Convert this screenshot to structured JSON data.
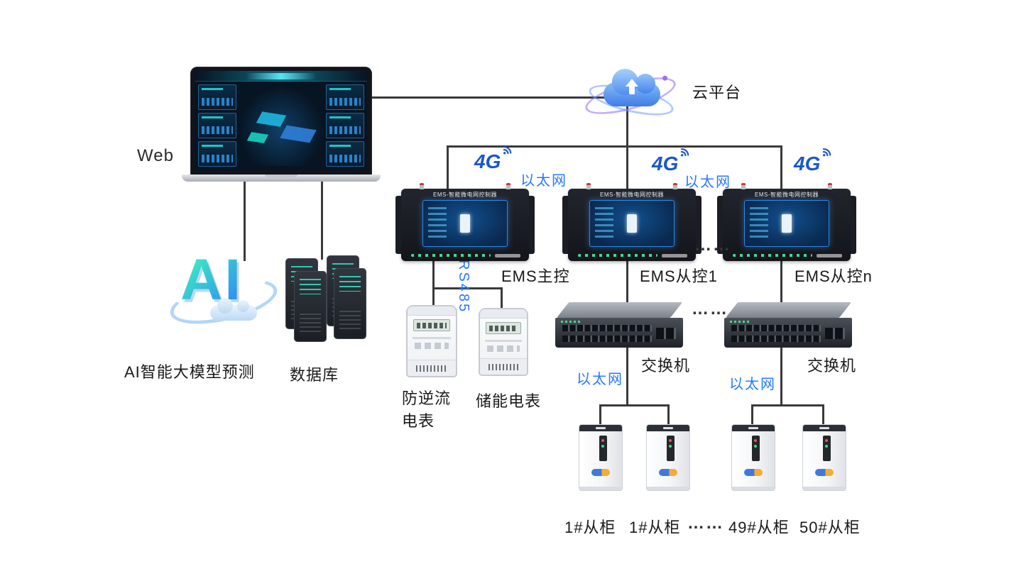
{
  "web": {
    "label": "Web"
  },
  "cloud": {
    "label": "云平台"
  },
  "ai": {
    "letters": "AI",
    "label": "AI智能大模型预测"
  },
  "database": {
    "label": "数据库"
  },
  "ems_units": [
    {
      "label": "EMS主控",
      "badge": "4G",
      "title": "EMS-智能微电网控制器"
    },
    {
      "label": "EMS从控1",
      "badge": "4G",
      "title": "EMS-智能微电网控制器"
    },
    {
      "label": "EMS从控n",
      "badge": "4G",
      "title": "EMS-智能微电网控制器"
    }
  ],
  "links": {
    "ethernet_top_1": "以太网",
    "ethernet_top_2": "以太网",
    "ethernet_bottom_1": "以太网",
    "ethernet_bottom_2": "以太网",
    "rs485": "RS485"
  },
  "meters": [
    {
      "label": "防逆流电表",
      "line1": "防逆流",
      "line2": "电表"
    },
    {
      "label": "储能电表",
      "line1": "储能电表",
      "line2": ""
    }
  ],
  "switches": [
    {
      "label": "交换机"
    },
    {
      "label": "交换机"
    }
  ],
  "cabinets": [
    {
      "label": "1#从柜"
    },
    {
      "label": "1#从柜"
    },
    {
      "label": "49#从柜"
    },
    {
      "label": "50#从柜"
    }
  ],
  "ellipsis": {
    "ems": "……",
    "switch": "……",
    "cabinet": "……"
  },
  "colors": {
    "accent_blue": "#2878ff",
    "deep_blue": "#1b57cc",
    "line": "#3a3a3a"
  }
}
